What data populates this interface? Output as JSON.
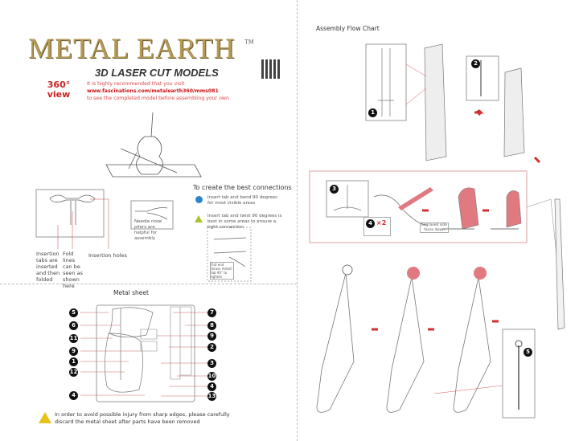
{
  "brand": {
    "name": "METAL EARTH",
    "tm": "TM",
    "tagline": "3D LASER CUT MODELS",
    "view_badge": "360° view"
  },
  "intro": {
    "line1": "It is highly recommended that you visit",
    "url": "www.fascinations.com/metalearth360/mms081",
    "line3": "to see the completed model before assembling your own"
  },
  "tips": {
    "pliers_note": "Needle nose pliers are helpful for assembly",
    "labels": [
      "Insertion tabs are inserted and then folded",
      "Fold lines can be seen as shown here",
      "Insertion holes"
    ],
    "connections_title": "To create the best connections",
    "bend": {
      "icon": "blue-circle-icon",
      "text": "Insert tab and bend 90 degrees for most visible areas",
      "color": "#2a86c9"
    },
    "twist": {
      "icon": "green-triangle-icon",
      "text": "Insert tab and twist 90 degrees is best in some areas to ensure a tight connection",
      "color": "#a8c42a"
    },
    "twist_note": "Flat end (brass metal) tab 90° to tighten"
  },
  "sheet": {
    "title": "Metal sheet",
    "left_numbers": [
      "5",
      "6",
      "11",
      "9",
      "1",
      "12",
      "4"
    ],
    "right_numbers": [
      "7",
      "8",
      "9",
      "2",
      "3",
      "10",
      "4",
      "13"
    ]
  },
  "warning": {
    "line1": "In order to avoid possible injury from sharp edges, please carefully",
    "line2": "discard the metal sheet after parts have been removed"
  },
  "flow": {
    "title": "Assembly Flow Chart",
    "steps": [
      "1",
      "2",
      "3",
      "4",
      "5"
    ],
    "step4_qty": "×2",
    "engraved_note": "Engraved side faces down"
  },
  "colors": {
    "accent": "#d9505a",
    "step_arrow": "#d32f2f"
  }
}
